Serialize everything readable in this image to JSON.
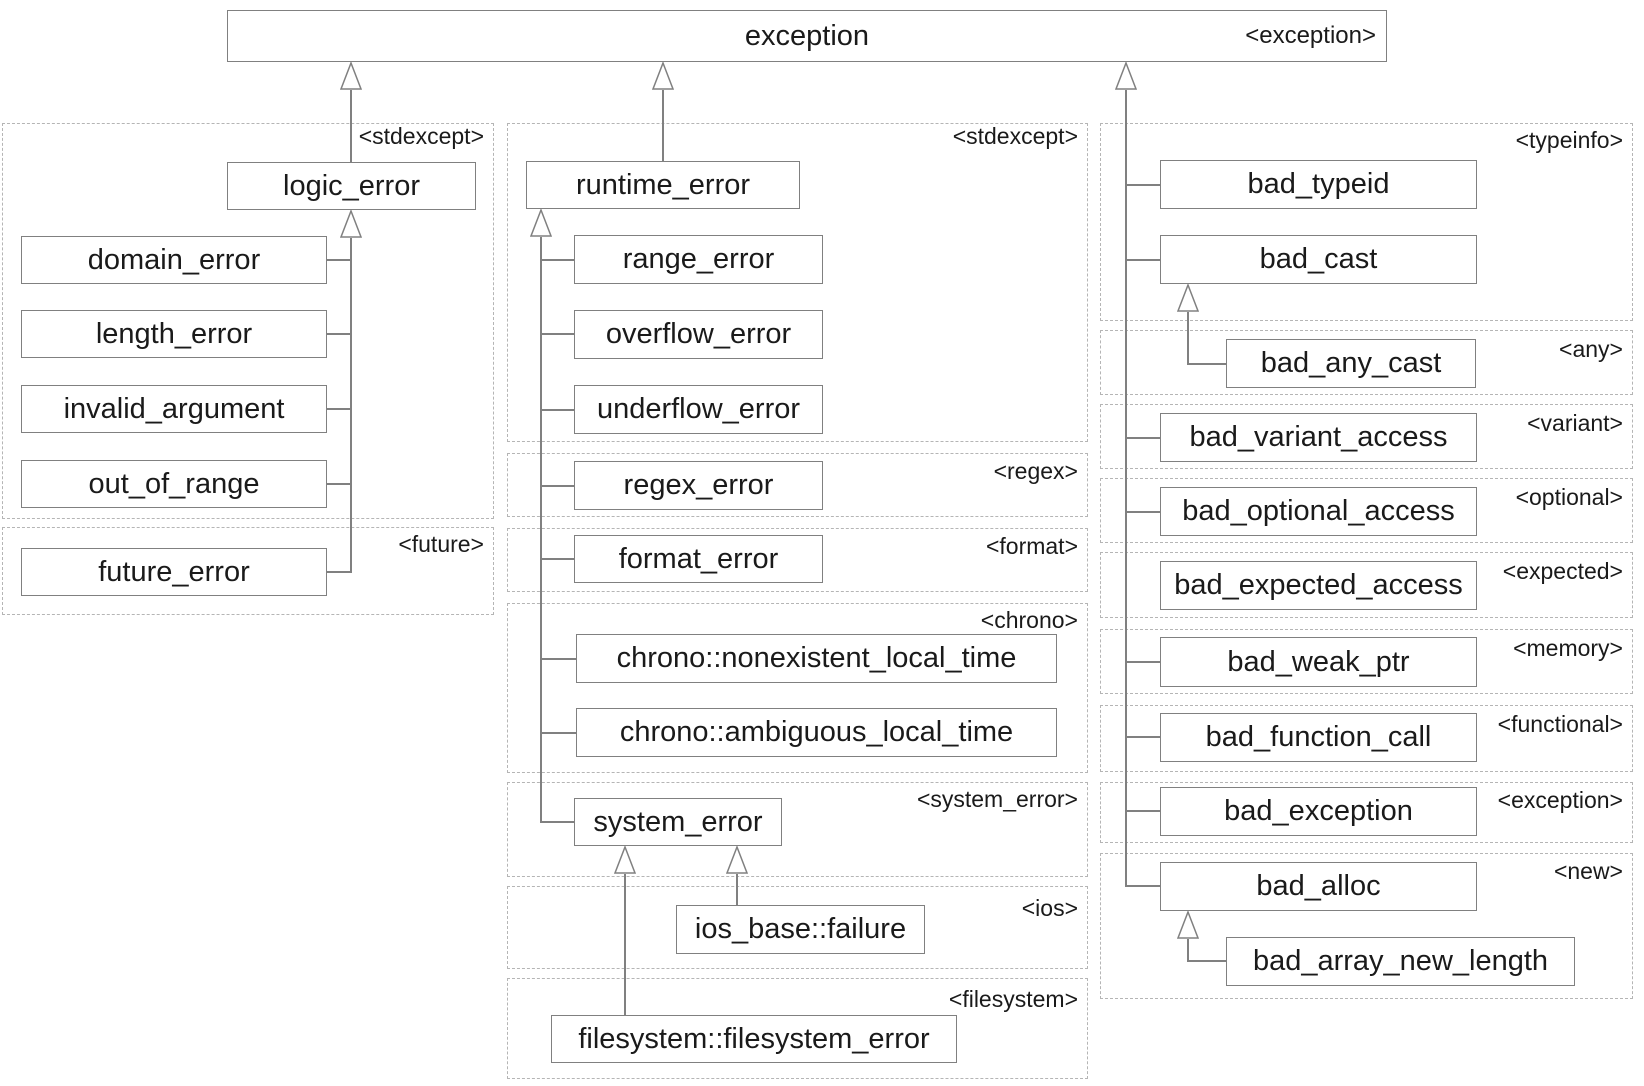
{
  "root": {
    "label": "exception",
    "header": "<exception>"
  },
  "nodes": {
    "logic_error": "logic_error",
    "domain_error": "domain_error",
    "length_error": "length_error",
    "invalid_argument": "invalid_argument",
    "out_of_range": "out_of_range",
    "future_error": "future_error",
    "runtime_error": "runtime_error",
    "range_error": "range_error",
    "overflow_error": "overflow_error",
    "underflow_error": "underflow_error",
    "regex_error": "regex_error",
    "format_error": "format_error",
    "chrono_nonexistent": "chrono::nonexistent_local_time",
    "chrono_ambiguous": "chrono::ambiguous_local_time",
    "system_error": "system_error",
    "ios_base_failure": "ios_base::failure",
    "filesystem_error": "filesystem::filesystem_error",
    "bad_typeid": "bad_typeid",
    "bad_cast": "bad_cast",
    "bad_any_cast": "bad_any_cast",
    "bad_variant_access": "bad_variant_access",
    "bad_optional_access": "bad_optional_access",
    "bad_expected_access": "bad_expected_access",
    "bad_weak_ptr": "bad_weak_ptr",
    "bad_function_call": "bad_function_call",
    "bad_exception": "bad_exception",
    "bad_alloc": "bad_alloc",
    "bad_array_new_length": "bad_array_new_length"
  },
  "group_headers": {
    "stdexcept_left": "<stdexcept>",
    "future": "<future>",
    "stdexcept_mid": "<stdexcept>",
    "regex": "<regex>",
    "format": "<format>",
    "chrono": "<chrono>",
    "system_error": "<system_error>",
    "ios": "<ios>",
    "filesystem": "<filesystem>",
    "typeinfo": "<typeinfo>",
    "any": "<any>",
    "variant": "<variant>",
    "optional": "<optional>",
    "expected": "<expected>",
    "memory": "<memory>",
    "functional": "<functional>",
    "exception": "<exception>",
    "new": "<new>"
  },
  "colors": {
    "background": "#ffffff",
    "box_border": "#808080",
    "dashed_border": "#b5b5b5",
    "line": "#808080",
    "text": "#1a1a1a"
  }
}
